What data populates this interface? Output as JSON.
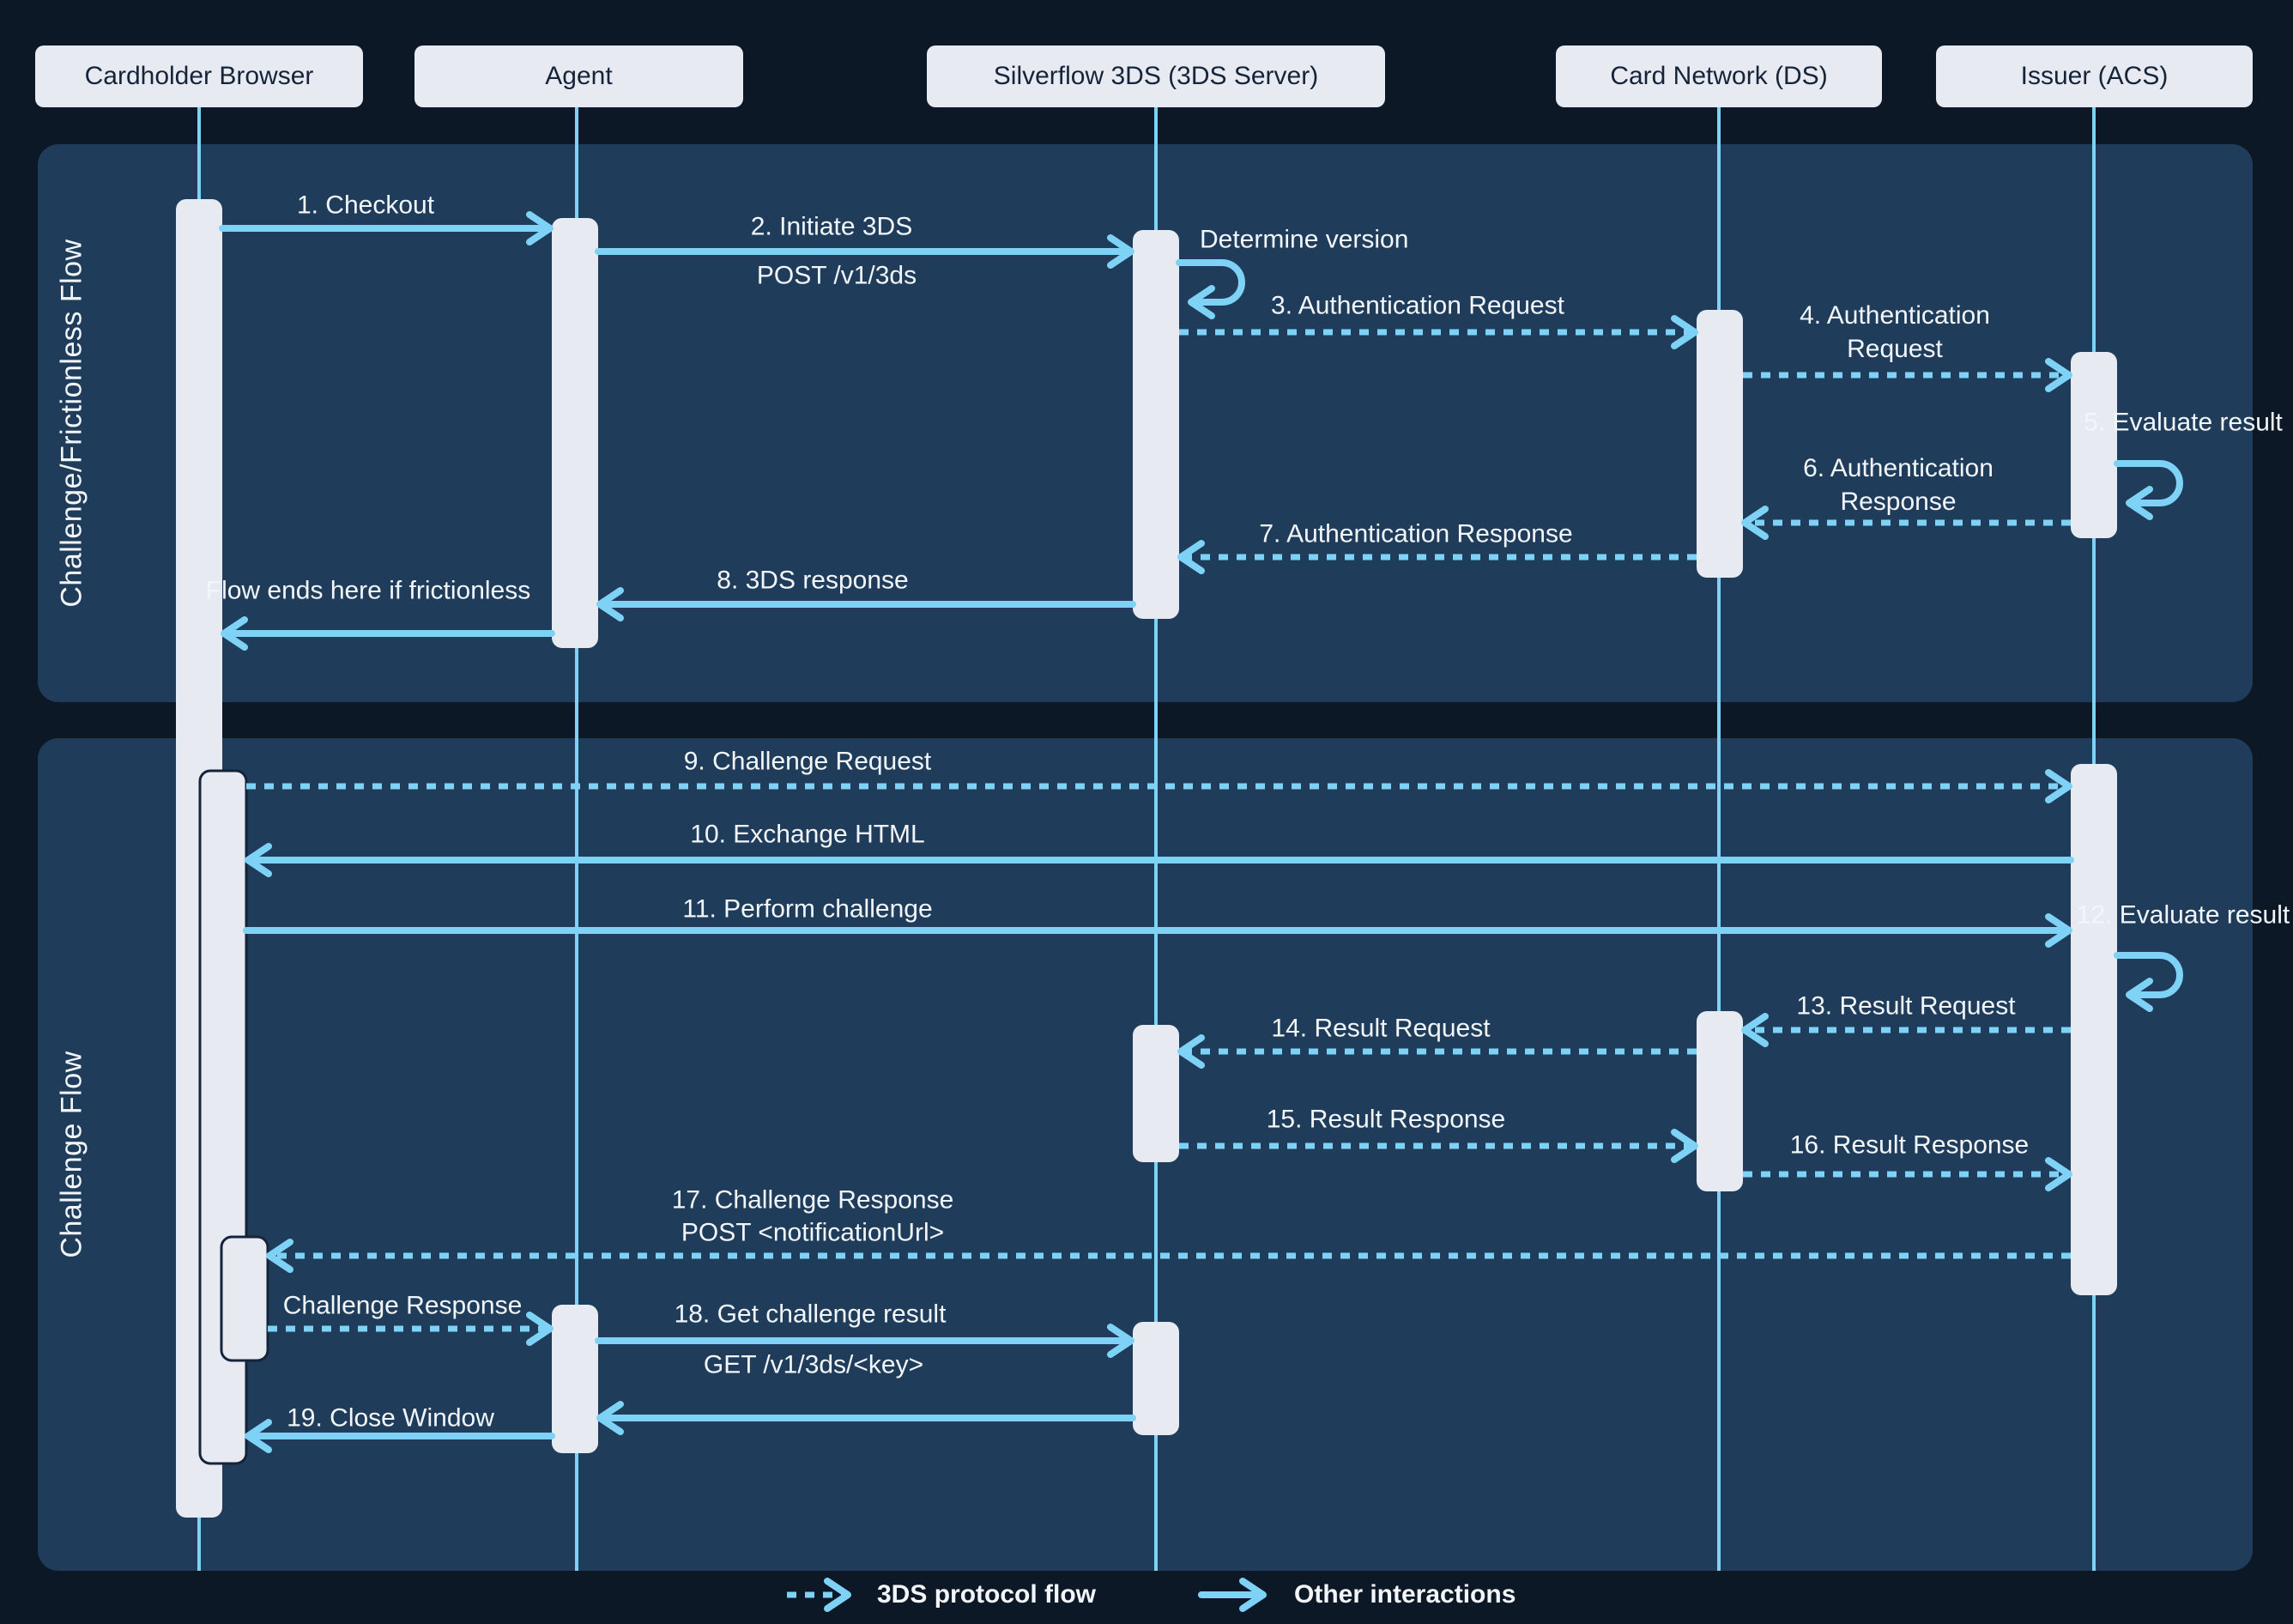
{
  "actors": [
    {
      "name": "Cardholder Browser"
    },
    {
      "name": "Agent"
    },
    {
      "name": "Silverflow 3DS (3DS Server)"
    },
    {
      "name": "Card Network (DS)"
    },
    {
      "name": "Issuer (ACS)"
    }
  ],
  "sections": [
    {
      "title": "Challenge/Frictionless Flow"
    },
    {
      "title": "Challenge Flow"
    }
  ],
  "messages": {
    "m1": "1. Checkout",
    "m2": "2. Initiate 3DS",
    "m2_sub": "POST /v1/3ds",
    "determine_version": "Determine version",
    "m3": "3. Authentication Request",
    "m4": "4. Authentication Request",
    "m5": "5. Evaluate result",
    "m6": "6. Authentication Response",
    "m7": "7. Authentication Response",
    "m8": "8. 3DS response",
    "frictionless_note": "Flow ends here if frictionless",
    "m9": "9. Challenge Request",
    "m10": "10. Exchange HTML",
    "m11": "11. Perform challenge",
    "m12": "12. Evaluate result",
    "m13": "13. Result Request",
    "m14": "14. Result Request",
    "m15": "15. Result Response",
    "m16": "16. Result Response",
    "m17": "17. Challenge Response",
    "m17_sub": "POST <notificationUrl>",
    "challenge_response": "Challenge Response",
    "m18": "18. Get challenge result",
    "m18_sub": "GET /v1/3ds/<key>",
    "m19": "19. Close Window"
  },
  "legend": {
    "dotted_label": "3DS protocol flow",
    "solid_label": "Other interactions"
  },
  "colors": {
    "background": "#0D1826",
    "panel": "#1F3D5A",
    "flow_blue": "#7DD2F5",
    "activation_bar": "#E8EAF2",
    "text_light": "#F2F6FA",
    "text_dark": "#16243A"
  }
}
